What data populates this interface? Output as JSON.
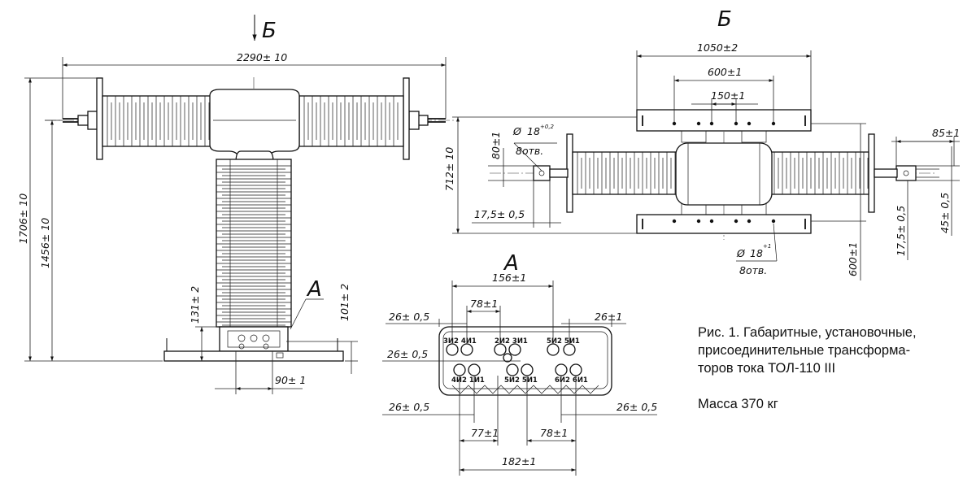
{
  "view_labels": {
    "b_top": "Б",
    "b_right": "Б",
    "a_main": "А",
    "a_detail": "А"
  },
  "front_view": {
    "length": "2290± 10",
    "height_total": "1706± 10",
    "height_axis": "1456± 10",
    "base_height": "131± 2",
    "base_height_right": "101± 2",
    "base_width": "90± 1"
  },
  "top_view": {
    "bracket_span": "1050±2",
    "hole_span": "600±1",
    "hole_pitch": "150±1",
    "width": "712± 10",
    "terminal_offset": "80±1",
    "hole_diameter_top": "18",
    "hole_tolerance_top": "+0,2",
    "hole_count_top": "8отв.",
    "terminal_edge": "17,5± 0,5",
    "hole_diameter_bottom": "18",
    "hole_tolerance_bottom": "+1",
    "hole_count_bottom": "8отв.",
    "bracket_depth": "600±1",
    "flag_length": "85±1",
    "flag_thickness": "17,5± 0,5",
    "flag_height": "45± 0,5"
  },
  "detail_a": {
    "outer_span": "156±1",
    "left_pitch": "78±1",
    "left_edge": "26± 0,5",
    "right_edge": "26±1",
    "row_spacing": "26± 0,5",
    "bottom_left_edge": "26± 0,5",
    "bottom_right_edge": "26± 0,5",
    "bottom_left_pitch": "77±1",
    "bottom_right_pitch": "78±1",
    "bottom_span": "182±1",
    "terminals_top": [
      "3И2 4И1",
      "2И2 3И1",
      "5И2 5И1"
    ],
    "terminals_bottom": [
      "4И2 1И1",
      "5И2 5И1",
      "6И2 6И1"
    ]
  },
  "caption": {
    "line1": "Рис. 1. Габаритные, установочные,",
    "line2": "присоединительные трансформа-",
    "line3": "торов тока ТОЛ-110 III",
    "mass": "Масса 370 кг"
  }
}
